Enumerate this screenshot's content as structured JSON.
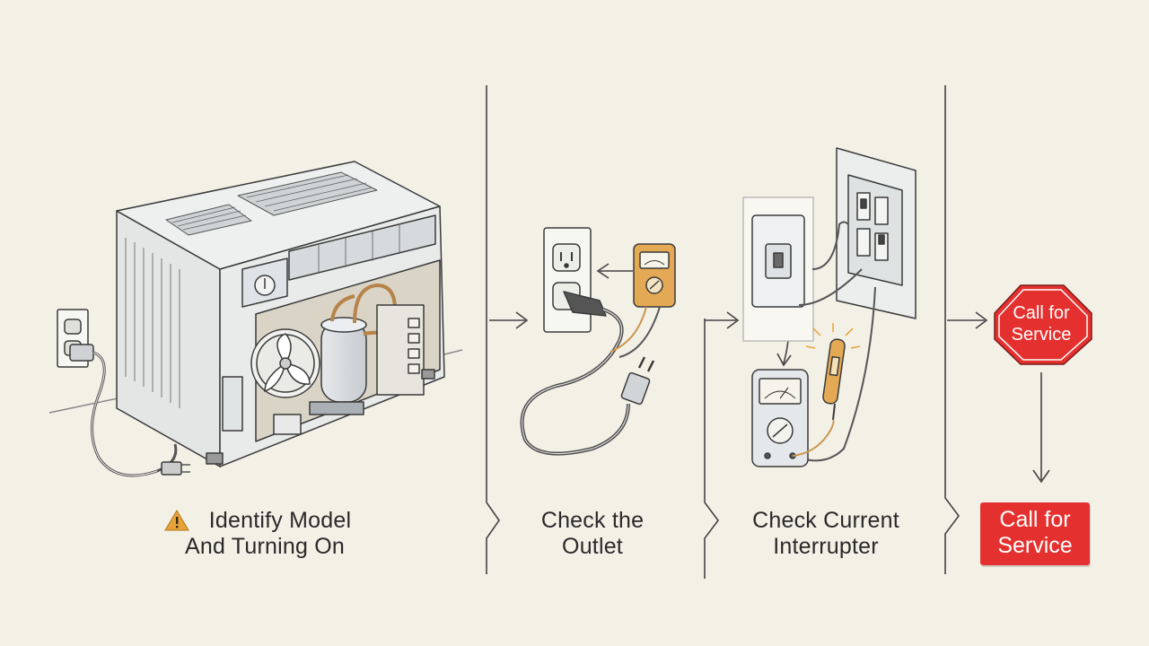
{
  "steps": [
    {
      "line1": "Identify Model",
      "line2": "And Turning On",
      "icon": "warning-icon"
    },
    {
      "line1": "Check the",
      "line2": "Outlet"
    },
    {
      "line1": "Check Current",
      "line2": "Interrupter"
    },
    {
      "line1": "Call for",
      "line2": "Service"
    }
  ],
  "stop_sign": {
    "line1": "Call for",
    "line2": "Service"
  },
  "colors": {
    "background": "#f3f0e6",
    "ink": "#3a3a3a",
    "alert_red": "#e4312f",
    "warning_amber": "#e8a23a",
    "meter_orange": "#e3a955",
    "wire_tan": "#c9964f"
  }
}
